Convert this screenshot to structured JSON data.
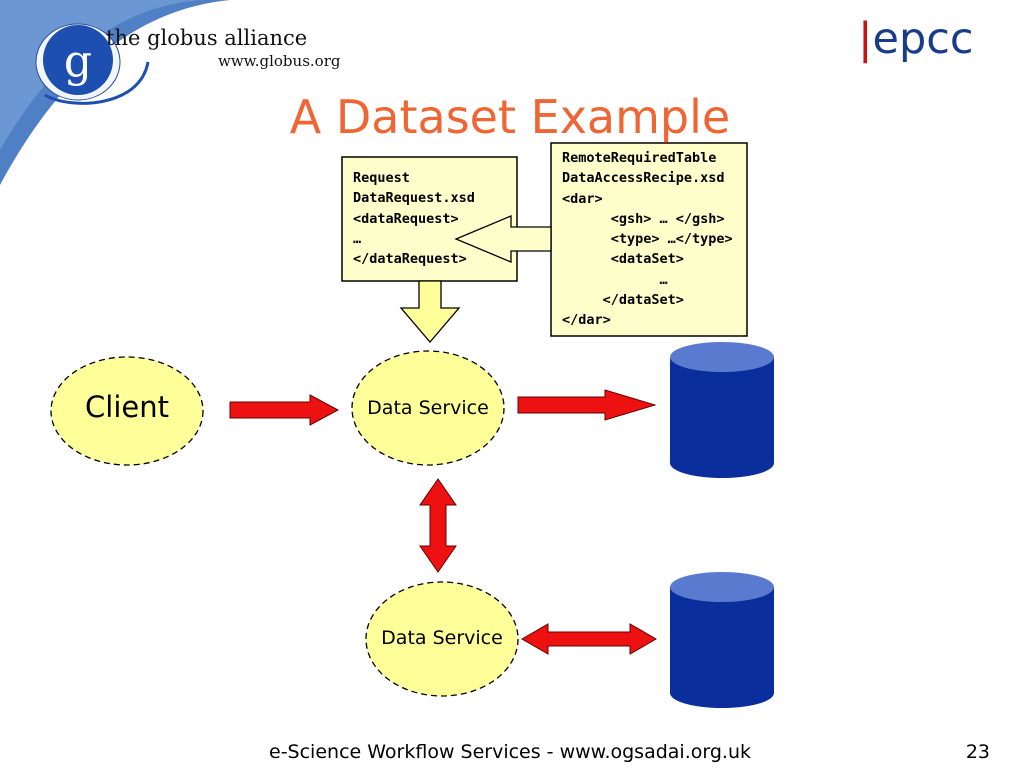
{
  "header": {
    "globus_logo": {
      "letter": "g",
      "name": "the globus alliance",
      "url": "www.globus.org"
    },
    "epcc_logo": {
      "bar": "|",
      "text": "epcc"
    }
  },
  "title": "A Dataset Example",
  "request_box": {
    "lines": "Request\nDataRequest.xsd\n<dataRequest>\n…\n</dataRequest>"
  },
  "remote_box": {
    "lines": "RemoteRequiredTable\nDataAccessRecipe.xsd\n<dar>\n      <gsh> … </gsh>\n      <type> …</type>\n      <dataSet>\n            …\n     </dataSet>\n</dar>"
  },
  "nodes": {
    "client": "Client",
    "data_service_1": "Data Service",
    "data_service_2": "Data Service"
  },
  "footer": {
    "text": "e-Science Workflow Services - www.ogsadai.org.uk",
    "page_number": "23"
  },
  "colors": {
    "title": "#ee6633",
    "ellipse_fill": "#ffff99",
    "box_fill": "#ffffcc",
    "arrow_red": "#ee1111",
    "database_blue": "#0a2e9c",
    "database_top": "#5a7ad0",
    "corner_blue": "#4f7fc4"
  }
}
